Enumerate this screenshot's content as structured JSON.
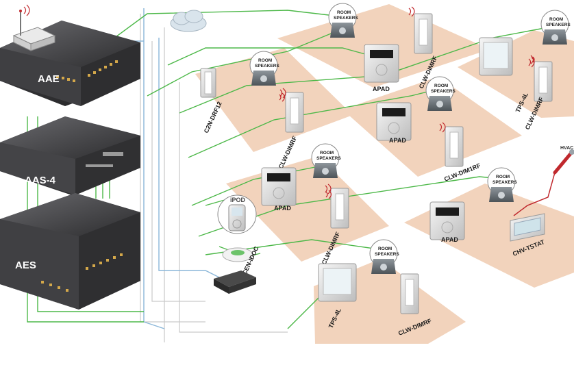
{
  "racks": [
    {
      "id": "aae",
      "label": "AAE"
    },
    {
      "id": "aas4",
      "label": "AAS-4"
    },
    {
      "id": "aes",
      "label": "AES"
    }
  ],
  "room_speakers_label": [
    "ROOM",
    "SPEAKERS"
  ],
  "devices": {
    "c2n_drf12": "C2N-DRF12",
    "cln_dimrf": "CLW-DIMRF",
    "apad": "APAD",
    "tps4l": "TPS-4L",
    "cln_dim1rf": "CLW-DIM1RF",
    "chv_tstat": "CHV-TSTAT",
    "cen_idoc": "CEN-IDOC"
  },
  "ipod_label": "iPOD",
  "hvac_label": "HVAC",
  "colors": {
    "floor": "#f2d3bc",
    "wire_green": "#4cb848",
    "wire_blue": "#8ab6d8",
    "rack_dark": "#3a3a3c"
  }
}
